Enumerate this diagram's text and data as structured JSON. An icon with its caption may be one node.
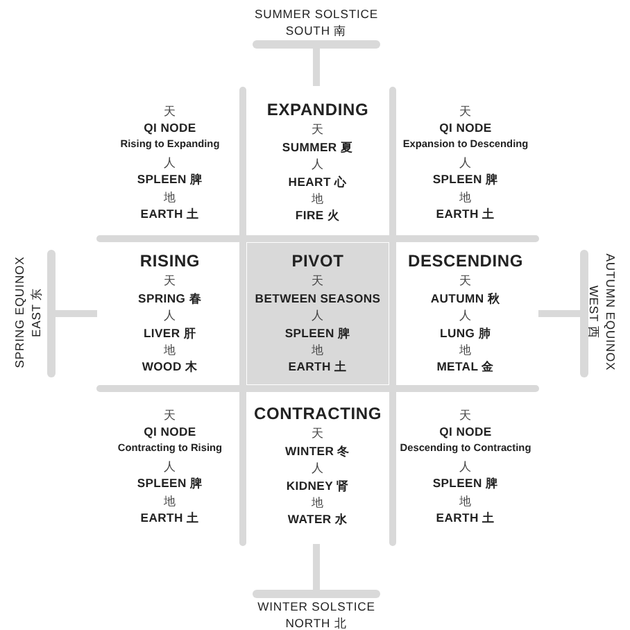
{
  "diagram": {
    "nodes": [
      {
        "text": [
          "SUMMER SOLSTICE",
          "SOUTH 南"
        ]
      },
      {
        "text": [
          "天",
          "QI NODE",
          "Rising to Expanding",
          "人",
          "SPLEEN 脾",
          "地",
          "EARTH 土"
        ]
      },
      {
        "text": [
          "EXPANDING",
          "天",
          "SUMMER 夏",
          "人",
          "HEART 心",
          "地",
          "FIRE 火"
        ]
      },
      {
        "text": [
          "天",
          "QI NODE",
          "Expansion to Descending",
          "人",
          "SPLEEN 脾",
          "地",
          "EARTH 土"
        ]
      },
      {
        "text": [
          "SPRING EQUINOX",
          "EAST 东"
        ]
      },
      {
        "text": [
          "RISING",
          "天",
          "SPRING 春",
          "人",
          "LIVER 肝",
          "地",
          "WOOD 木"
        ]
      },
      {
        "text": [
          "PIVOT",
          "天",
          "BETWEEN SEASONS",
          "人",
          "SPLEEN 脾",
          "地",
          "EARTH 土"
        ]
      },
      {
        "text": [
          "DESCENDING",
          "天",
          "AUTUMN 秋",
          "人",
          "LUNG 肺",
          "地",
          "METAL 金"
        ]
      },
      {
        "text": [
          "AUTUMN EQUINOX",
          "WEST 西"
        ]
      },
      {
        "text": [
          "天",
          "QI NODE",
          "Contracting to Rising",
          "人",
          "SPLEEN 脾",
          "地",
          "EARTH 土"
        ]
      },
      {
        "text": [
          "CONTRACTING",
          "天",
          "WINTER 冬",
          "人",
          "KIDNEY 肾",
          "地",
          "WATER 水"
        ]
      },
      {
        "text": [
          "天",
          "QI NODE",
          "Descending to Contracting",
          "人",
          "SPLEEN 脾",
          "地",
          "EARTH 土"
        ]
      },
      {
        "text": [
          "WINTER SOLSTICE",
          "NORTH 北"
        ]
      }
    ],
    "edges": [
      {
        "from": 2,
        "to": 0,
        "arrow": "other"
      },
      {
        "from": 5,
        "to": 4,
        "arrow": "other"
      },
      {
        "from": 7,
        "to": 8,
        "arrow": "other"
      },
      {
        "from": 10,
        "to": 12,
        "arrow": "other"
      }
    ]
  }
}
